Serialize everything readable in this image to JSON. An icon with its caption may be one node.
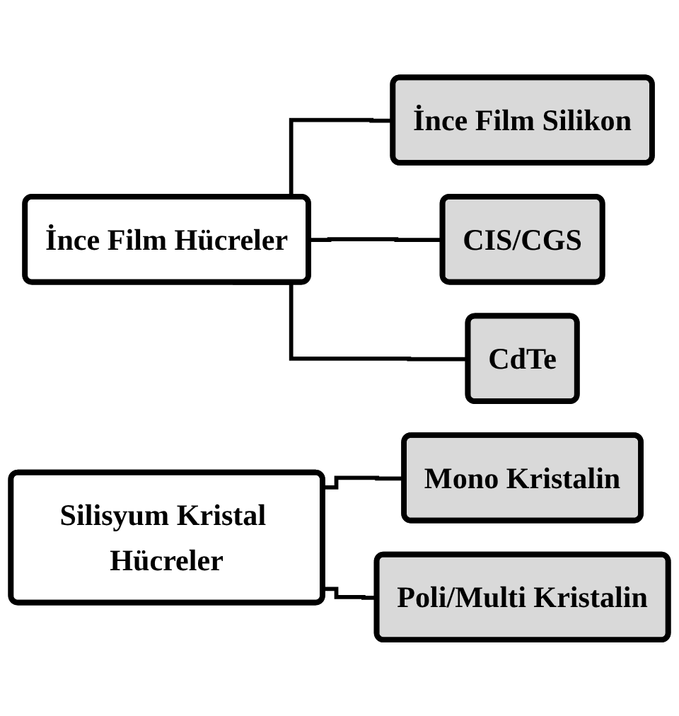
{
  "diagram": {
    "nodes": [
      {
        "text": [
          "İnce Film Hücreler"
        ]
      },
      {
        "text": [
          "İnce Film Silikon"
        ]
      },
      {
        "text": [
          "CIS/CGS"
        ]
      },
      {
        "text": [
          "CdTe"
        ]
      },
      {
        "text": [
          "Silisyum Kristal Hücreler"
        ]
      },
      {
        "text": [
          "Mono Kristalin"
        ]
      },
      {
        "text": [
          "Poli/Multi Kristalin"
        ]
      }
    ],
    "edges": [
      {
        "from": 0,
        "to": 1,
        "arrow": "none"
      },
      {
        "from": 0,
        "to": 2,
        "arrow": "none"
      },
      {
        "from": 0,
        "to": 3,
        "arrow": "none"
      },
      {
        "from": 4,
        "to": 5,
        "arrow": "none"
      },
      {
        "from": 4,
        "to": 6,
        "arrow": "none"
      }
    ]
  }
}
